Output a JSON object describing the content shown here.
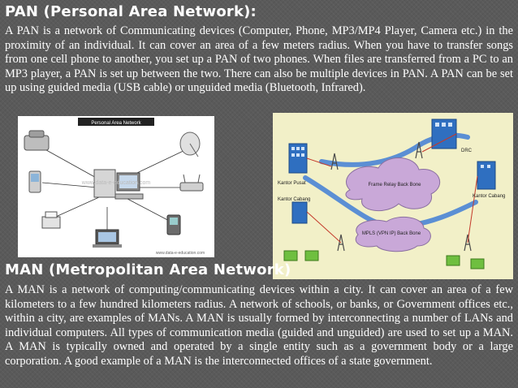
{
  "pan": {
    "heading": "PAN (Personal Area Network):",
    "paragraph": "A PAN is a network of Communicating devices (Computer, Phone, MP3/MP4 Player, Camera etc.) in the proximity of an individual. It can cover an area of a few meters radius. When you have to transfer songs from one cell phone to another, you set up a PAN of two phones. When files are transferred from a PC to an MP3 player, a PAN is set up between the two. There can also be multiple devices in PAN. A PAN can be set up using guided media (USB cable) or unguided media (Bluetooth, Infrared).",
    "diagram": {
      "title": "Personal Area Network",
      "watermark": "www.data-e-education.com",
      "footer": "www.data-e-education.com"
    }
  },
  "man": {
    "heading": "MAN (Metropolitan Area Network)",
    "paragraph": "A MAN is a network of computing/communicating  devices within a city. It can cover an area of a few kilometers to a few hundred kilometers radius. A network of schools, or banks, or Government offices etc., within a city, are examples of MANs. A MAN is usually formed by interconnecting a number of LANs and individual computers. All types of communication media (guided and unguided) are used to set up a MAN. A MAN is typically owned and operated by a single entity such as a government body or a large corporation. A good example of a MAN is the interconnected offices of a state government.",
    "diagram": {
      "kantor_pusat": "Kantor Pusat",
      "kantor_cabang_left": "Kantor Cabang",
      "kantor_cabang_right": "Kantor\nCabang",
      "drc": "DRC",
      "frame_relay": "Frame Relay\nBack Bone",
      "mpls": "MPLS (VPN IP)\nBack Bone",
      "cloud_color": "#c9a8d8",
      "backbone_color": "#5b8fd4",
      "building_color": "#2f6fc0",
      "tower_color": "#4a4a4a",
      "link_color": "#c43a2b"
    }
  }
}
